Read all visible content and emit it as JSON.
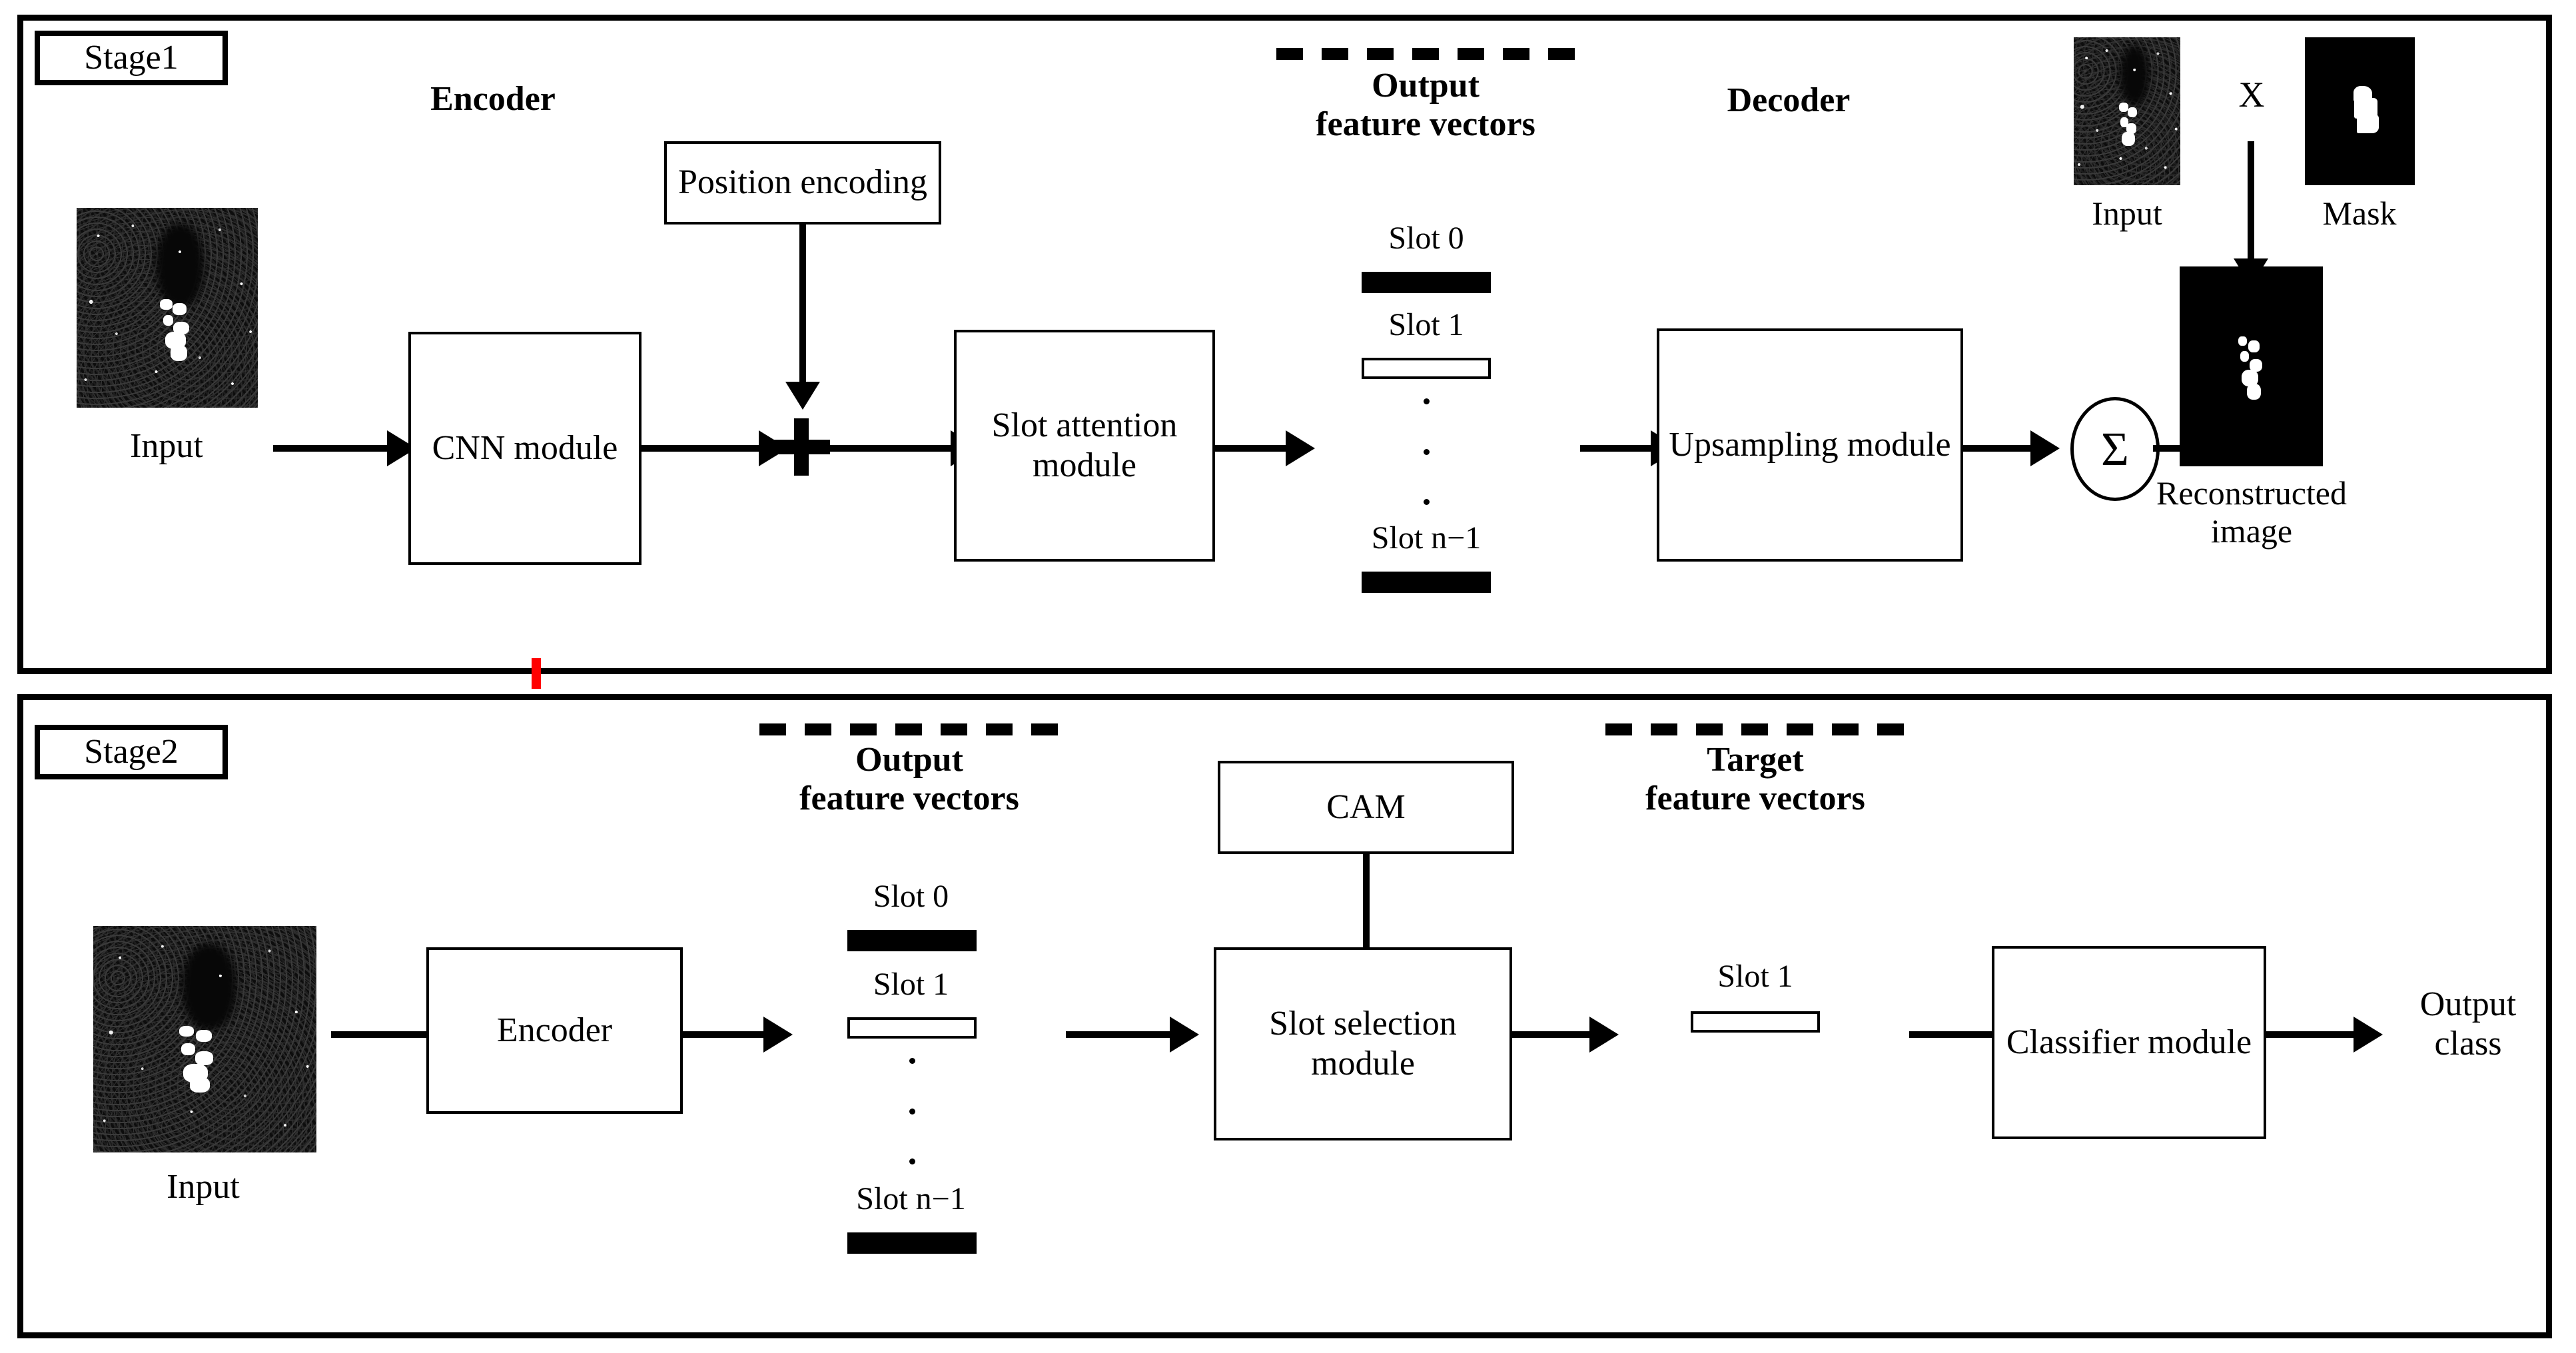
{
  "diagram": {
    "title": "Two-stage slot-attention SAR target detection and classification pipeline",
    "accent_red": "#FF0000",
    "line_color": "#000000"
  },
  "stage1": {
    "tag": "Stage1",
    "input_caption": "Input",
    "encoder": {
      "title": "Encoder",
      "position_encoding_box": "Position\nencoding",
      "cnn_box": "CNN\nmodule",
      "slot_attention_box": "Slot\nattention\nmodule",
      "sum_operator": "+"
    },
    "output_feature_vectors": {
      "title": "Output\nfeature vectors",
      "slots": [
        {
          "label": "Slot 0",
          "fill": "filled"
        },
        {
          "label": "Slot 1",
          "fill": "empty"
        },
        {
          "label": "Slot n−1",
          "fill": "filled"
        }
      ],
      "ellipsis": "⋮"
    },
    "decoder": {
      "title": "Decoder",
      "upsampling_box": "Upsampling\nmodule"
    },
    "sigma_operator": "Σ",
    "top_right": {
      "input_caption": "Input",
      "mask_caption": "Mask",
      "multiply_symbol": "X",
      "reconstructed_caption": "Reconstructed\nimage"
    }
  },
  "stage2": {
    "tag": "Stage2",
    "input_caption": "Input",
    "encoder_box": "Encoder",
    "output_feature_vectors": {
      "title": "Output\nfeature vectors",
      "slots": [
        {
          "label": "Slot 0",
          "fill": "filled"
        },
        {
          "label": "Slot 1",
          "fill": "empty"
        },
        {
          "label": "Slot n−1",
          "fill": "filled"
        }
      ]
    },
    "cam_box": "CAM",
    "slot_selection_box": "Slot\nselection\nmodule",
    "target_feature_vectors": {
      "title": "Target\nfeature vectors",
      "slots": [
        {
          "label": "Slot 1",
          "fill": "empty"
        }
      ]
    },
    "classifier_box": "Classifier\nmodule",
    "output_label": "Output\nclass"
  }
}
